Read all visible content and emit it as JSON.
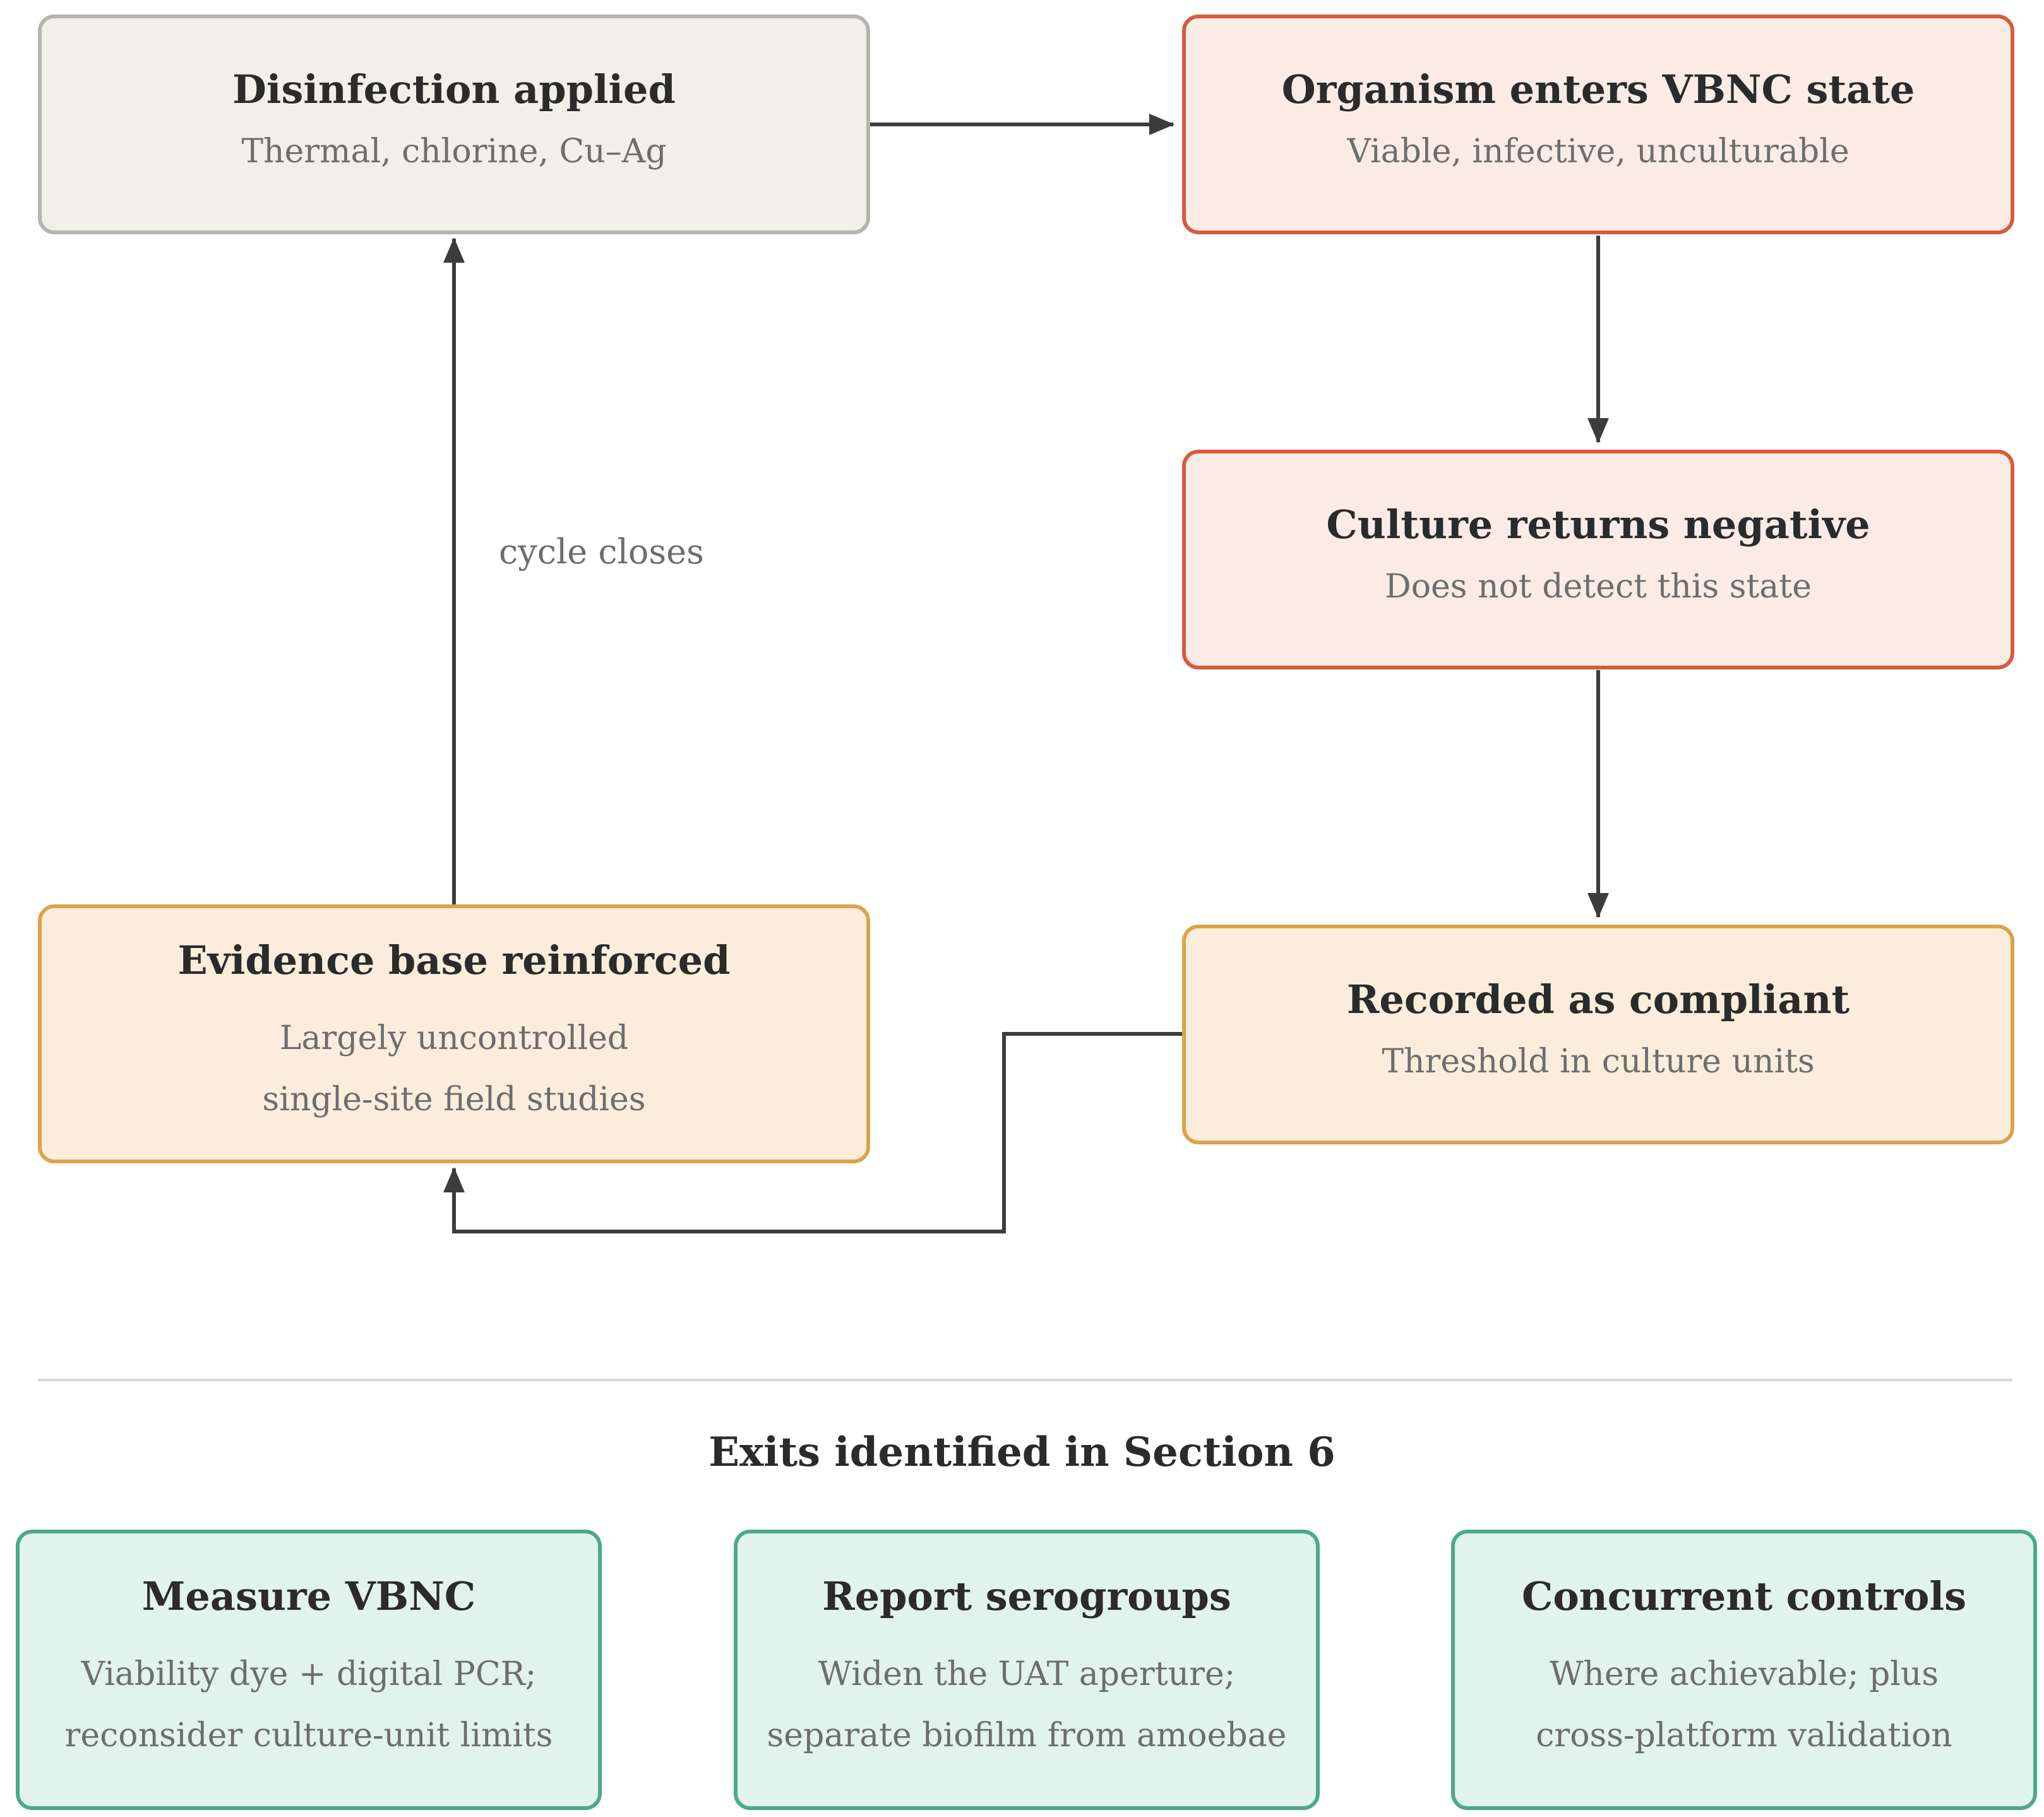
{
  "flow": {
    "disinfection": {
      "title": "Disinfection applied",
      "subtitle": "Thermal, chlorine, Cu–Ag"
    },
    "vbnc_state": {
      "title": "Organism enters VBNC state",
      "subtitle": "Viable, infective, unculturable"
    },
    "culture_negative": {
      "title": "Culture returns negative",
      "subtitle": "Does not detect this state"
    },
    "recorded_compliant": {
      "title": "Recorded as compliant",
      "subtitle": "Threshold in culture units"
    },
    "evidence_base": {
      "title": "Evidence base reinforced",
      "subtitle_line1": "Largely uncontrolled",
      "subtitle_line2": "single-site field studies"
    },
    "loop_label": "cycle closes"
  },
  "exits": {
    "heading": "Exits identified in Section 6",
    "items": [
      {
        "title": "Measure VBNC",
        "line1": "Viability dye + digital PCR;",
        "line2": "reconsider culture-unit limits"
      },
      {
        "title": "Report serogroups",
        "line1": "Widen the UAT aperture;",
        "line2": "separate biofilm from amoebae"
      },
      {
        "title": "Concurrent controls",
        "line1": "Where achievable; plus",
        "line2": "cross-platform validation"
      }
    ]
  },
  "colors": {
    "arrow": "#3c3c3c",
    "neutral_border": "#b4b4b0",
    "alert_border": "#d45c3e",
    "warning_border": "#dba44a",
    "exit_border": "#4aab86"
  }
}
